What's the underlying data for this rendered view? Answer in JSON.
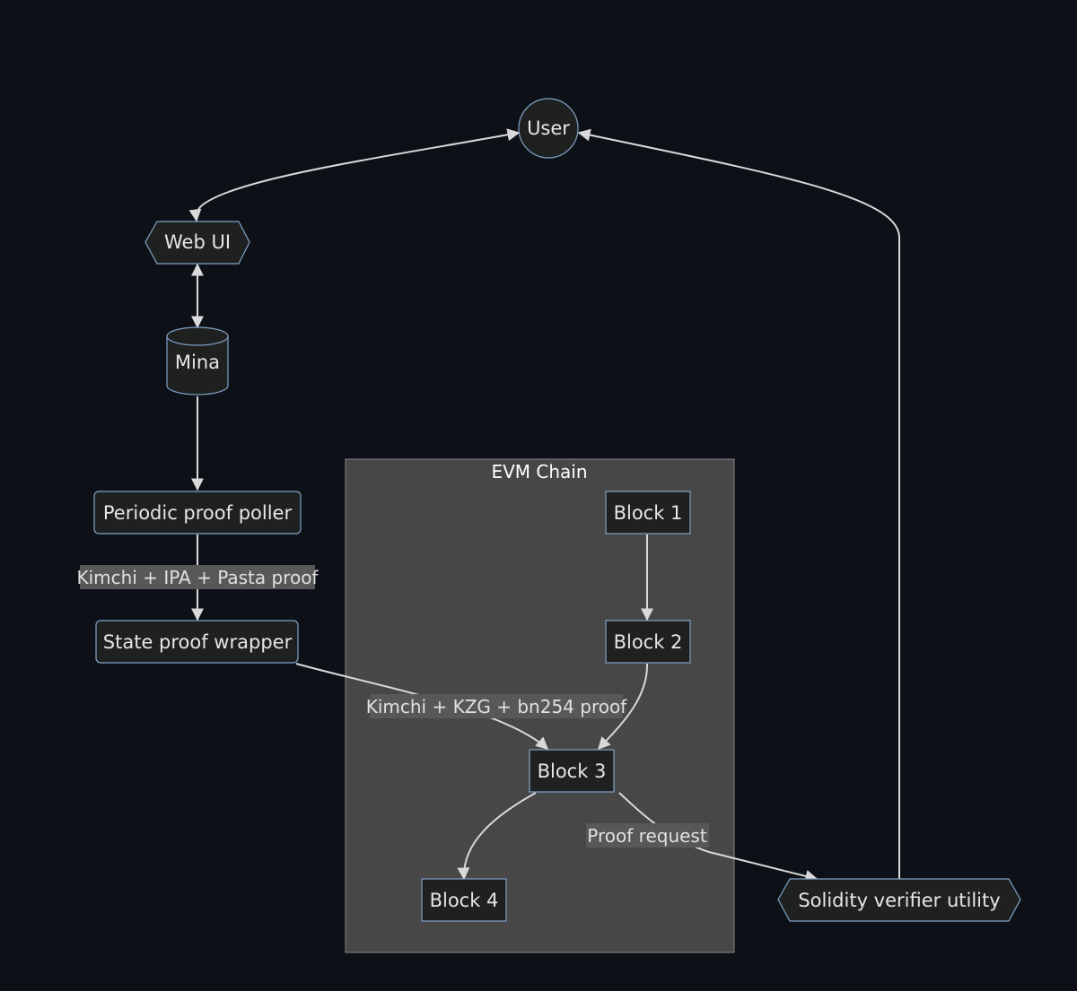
{
  "colors": {
    "background": "#0d1117",
    "node_fill": "#1f2020",
    "node_stroke": "#81a3c9",
    "edge": "#d9d9d9",
    "cluster_fill": "#474747",
    "cluster_stroke": "#888888",
    "label_bg": "#585858",
    "text": "#e6e6e6"
  },
  "nodes": {
    "user": "User",
    "web_ui": "Web UI",
    "mina": "Mina",
    "poller": "Periodic proof poller",
    "wrapper": "State proof wrapper",
    "block1": "Block 1",
    "block2": "Block 2",
    "block3": "Block 3",
    "block4": "Block 4",
    "verifier": "Solidity verifier utility"
  },
  "cluster": {
    "title": "EVM Chain"
  },
  "edge_labels": {
    "poller_to_wrapper": "Kimchi + IPA + Pasta proof",
    "wrapper_to_block3": "Kimchi + KZG + bn254 proof",
    "block3_to_verifier": "Proof request"
  }
}
